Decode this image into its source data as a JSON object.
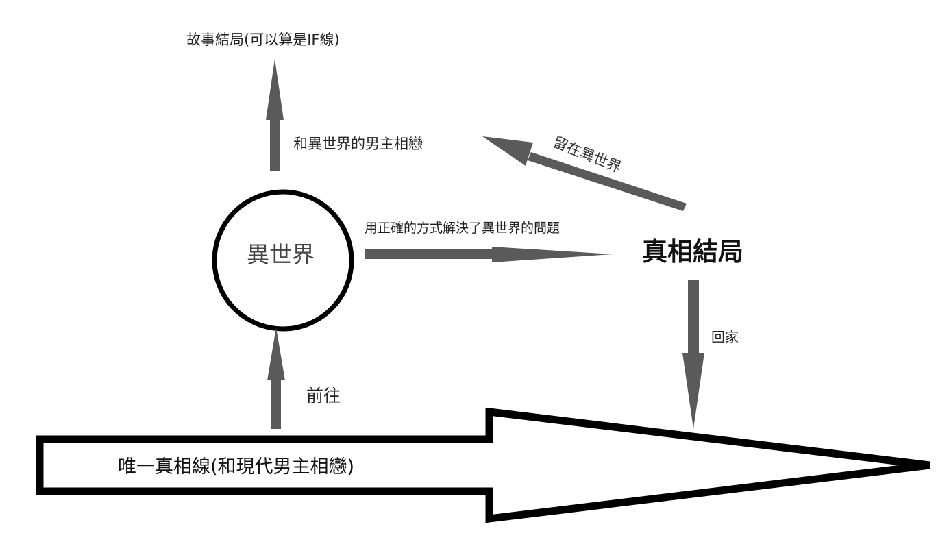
{
  "labels": {
    "ending_top": "故事結局(可以算是IF線)",
    "romance_other_world": "和異世界的男主相戀",
    "stay_other_world": "留在異世界",
    "solved_problem": "用正確的方式解決了異世界的問題",
    "true_ending": "真相結局",
    "go_home": "回家",
    "go_to": "前往",
    "circle_node": "異世界",
    "main_line": "唯一真相線(和現代男主相戀)"
  },
  "colors": {
    "arrow": "#5a5a5a",
    "outline": "#000000",
    "text": "#222222"
  }
}
